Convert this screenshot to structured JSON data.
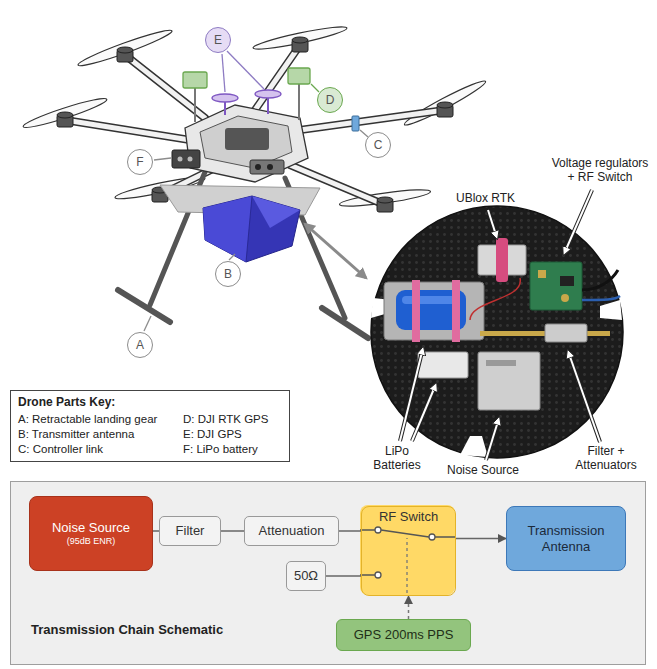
{
  "diagram": {
    "nodes": [
      {
        "text": [
          "E"
        ]
      },
      {
        "text": [
          "D"
        ]
      },
      {
        "text": [
          "C"
        ]
      },
      {
        "text": [
          "F"
        ]
      },
      {
        "text": [
          "B"
        ]
      },
      {
        "text": [
          "A"
        ]
      },
      {
        "text": [
          "Drone Parts Key:",
          "A: Retractable landing gear",
          "B: Transmitter antenna",
          "C: Controller link",
          "D: DJI RTK GPS",
          "E: DJI GPS",
          "F: LiPo battery"
        ]
      },
      {
        "text": [
          "Transmission Chain Schematic"
        ]
      },
      {
        "text": [
          "Noise Source",
          "(95dB ENR)"
        ],
        "in": 7
      },
      {
        "text": [
          "Filter"
        ],
        "in": 7
      },
      {
        "text": [
          "Attenuation"
        ],
        "in": 7
      },
      {
        "text": [
          "RF Switch"
        ],
        "in": 7
      },
      {
        "text": [
          "Transmission Antenna"
        ],
        "in": 7
      },
      {
        "text": [
          "50Ω"
        ],
        "in": 7
      },
      {
        "text": [
          "GPS 200ms PPS"
        ],
        "in": 7
      }
    ],
    "edges": [
      {
        "from": 8,
        "to": 9,
        "arrow": "none"
      },
      {
        "from": 9,
        "to": 10,
        "arrow": "none"
      },
      {
        "from": 10,
        "to": 11,
        "arrow": "none"
      },
      {
        "from": 13,
        "to": 11,
        "arrow": "none"
      },
      {
        "from": 11,
        "to": 12,
        "arrow": "to"
      },
      {
        "from": 14,
        "to": 11,
        "arrow": "to"
      }
    ],
    "labels": [
      "UBlox RTK",
      "Voltage regulators + RF Switch",
      "LiPo Batteries",
      "Noise Source",
      "Filter + Attenuators"
    ]
  }
}
